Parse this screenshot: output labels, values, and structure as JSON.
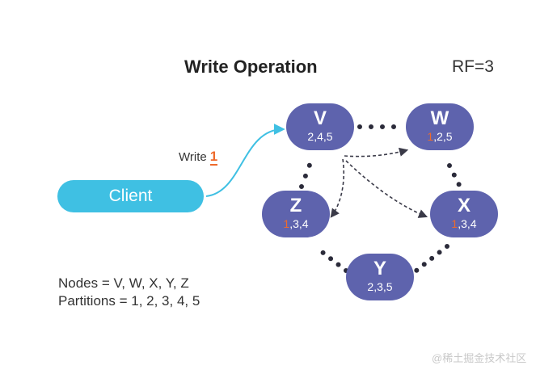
{
  "title": "Write Operation",
  "rf": "RF=3",
  "write_label": {
    "text": "Write",
    "partition": "1"
  },
  "client": {
    "label": "Client"
  },
  "nodes": {
    "V": {
      "name": "V",
      "partitions": "2,4,5"
    },
    "W": {
      "name": "W",
      "highlight": "1",
      "rest": ",2,5"
    },
    "X": {
      "name": "X",
      "highlight": "1",
      "rest": ",3,4"
    },
    "Y": {
      "name": "Y",
      "partitions": "2,3,5"
    },
    "Z": {
      "name": "Z",
      "highlight": "1",
      "rest": ",3,4"
    }
  },
  "legend": {
    "nodes": "Nodes = V, W, X, Y, Z",
    "partitions": "Partitions = 1, 2, 3, 4, 5"
  },
  "watermark": "@稀土掘金技术社区",
  "colors": {
    "node": "#5e63ad",
    "client": "#3fc0e3",
    "highlight": "#ee6a2c",
    "ring_dots": "#2b2b3a",
    "replication_arrow": "#3a3a48"
  }
}
